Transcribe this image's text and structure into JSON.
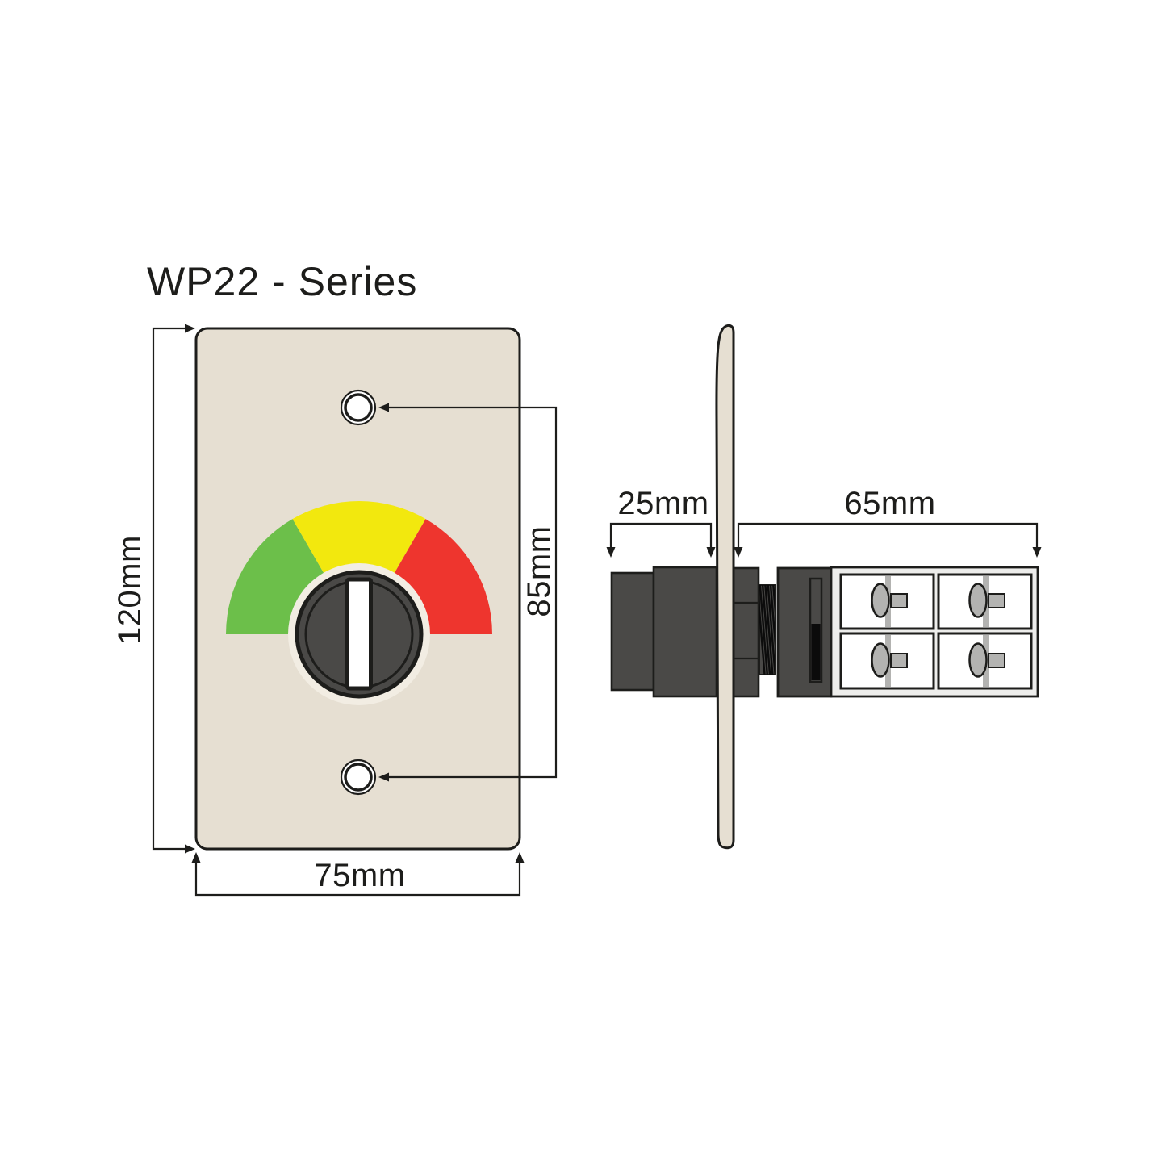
{
  "title": "WP22 - Series",
  "front_view": {
    "height_label": "120mm",
    "width_label": "75mm",
    "hole_spacing_label": "85mm"
  },
  "side_view": {
    "front_depth_label": "25mm",
    "body_depth_label": "65mm"
  },
  "colors": {
    "background": "#ffffff",
    "plate_beige": "#e6dfd2",
    "knob_ring_light": "#f2ede3",
    "outline_dark": "#1d1d1b",
    "component_gray": "#4a4947",
    "gauge_green": "#6cbf4a",
    "gauge_yellow": "#f2e80e",
    "gauge_red": "#ee352e",
    "terminal_frame_gray": "#ededeb",
    "terminal_cell_white": "#ffffff",
    "screw_gray": "#b3b3b1",
    "slot_black": "#0b0b0b",
    "hole_white": "#ffffff"
  }
}
